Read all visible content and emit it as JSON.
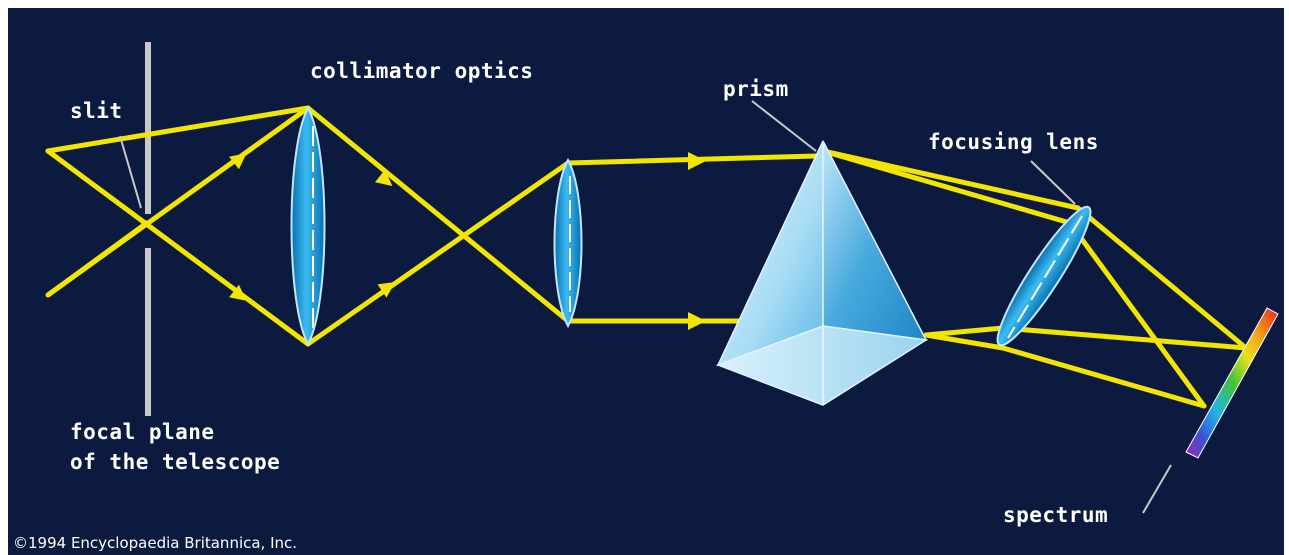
{
  "labels": {
    "slit": "slit",
    "collimator": "collimator optics",
    "prism": "prism",
    "focusing_lens": "focusing lens",
    "focal_plane_line1": "focal plane",
    "focal_plane_line2": "of the telescope",
    "spectrum": "spectrum"
  },
  "copyright": "©1994 Encyclopaedia Britannica, Inc.",
  "colors": {
    "background": "#0d1a3f",
    "ray": "#f2e600",
    "lens": "#1aa0e0",
    "slit_plate": "#c8c8c8",
    "leader_line": "#c8c8c8"
  },
  "icons": [
    "lens-icon",
    "prism-icon",
    "spectrum-strip-icon",
    "arrow-icon"
  ]
}
